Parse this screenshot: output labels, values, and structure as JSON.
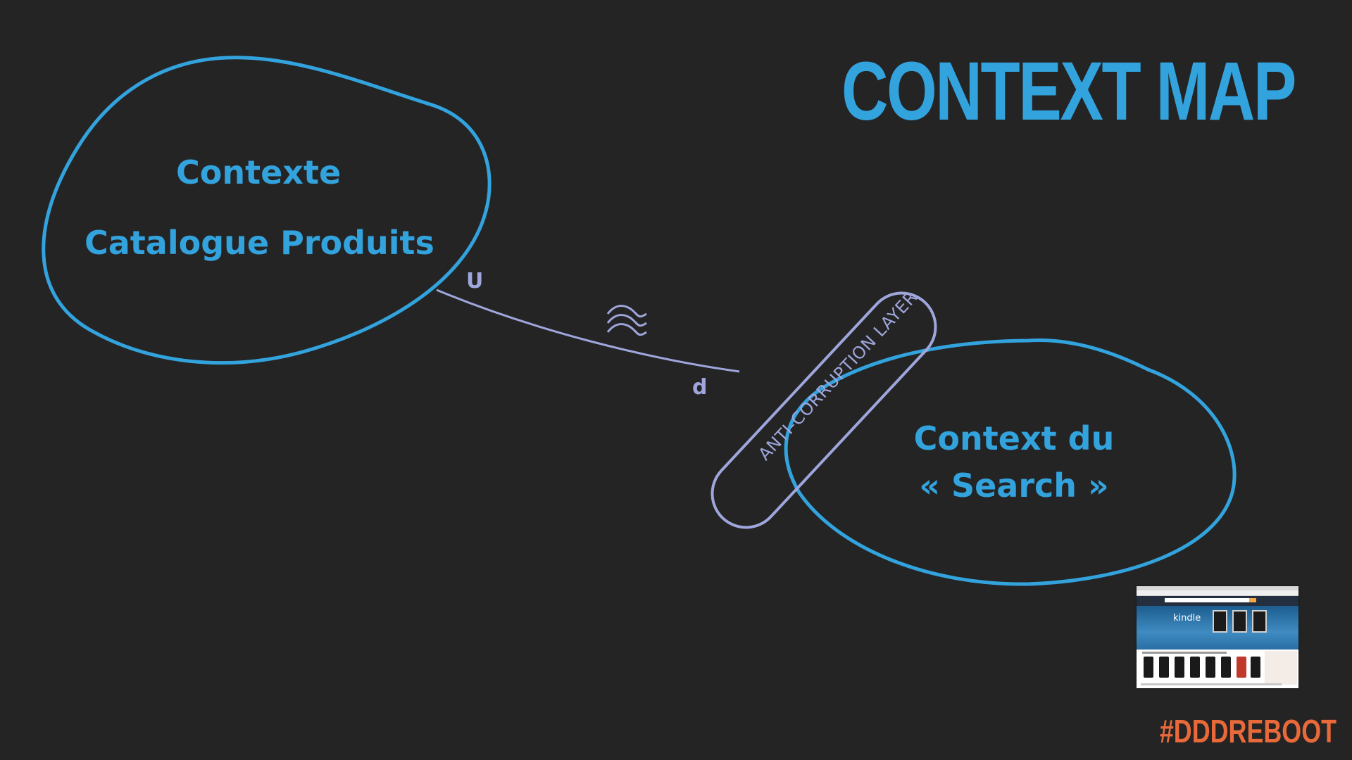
{
  "title": "CONTEXT MAP",
  "contexts": {
    "catalogue": {
      "line1": "Contexte",
      "line2": "Catalogue Produits"
    },
    "search": {
      "line1": "Context du",
      "line2": "« Search »"
    }
  },
  "relationship": {
    "upstream_label": "U",
    "downstream_label": "d",
    "acl_label": "ANTI-CORRUPTION LAYER"
  },
  "thumbnail": {
    "hero_text": "kindle"
  },
  "hashtag": "#DDDREBOOT",
  "colors": {
    "background": "#242424",
    "context_blue": "#33a3de",
    "relation_lavender": "#9fa6dc",
    "hashtag_orange": "#e8693a"
  },
  "icons": {
    "relation_marker": "approximately-equal-wave-icon"
  }
}
